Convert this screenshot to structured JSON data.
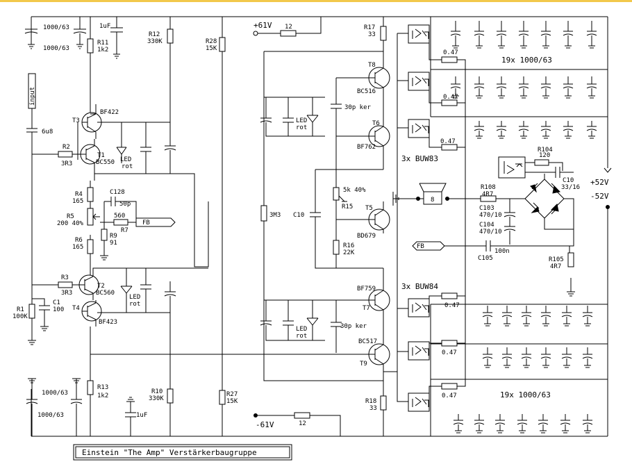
{
  "labels": {
    "c_1000_tl1": "1000/63",
    "c_1000_tl2": "1000/63",
    "c_1uf_top": "1uF",
    "r11": "R11",
    "r11v": "1k2",
    "r12": "R12",
    "r12v": "330K",
    "r28": "R28",
    "r28v": "15K",
    "v_plus61": "+61V",
    "r_12_top": "12",
    "r17": "R17",
    "r17v": "33",
    "input": "input",
    "c_6u8": "6u8",
    "t3": "T3",
    "bf422": "BF422",
    "r2": "R2",
    "r2v": "3R3",
    "t1": "T1",
    "bc550": "BC550",
    "led1a": "LED",
    "led1b": "rot",
    "r4": "R4",
    "r4v": "165",
    "c128": "C128",
    "c128v": "50p",
    "r5": "R5",
    "r5v": "200 40%",
    "r7v": "560",
    "r7": "R7",
    "fb1": "FB",
    "r9": "R9",
    "r9v": "91",
    "r6": "R6",
    "r6v": "165",
    "r3": "R3",
    "r3v": "3R3",
    "t2": "T2",
    "bc560": "BC560",
    "led2a": "LED",
    "led2b": "rot",
    "t4": "T4",
    "bf423": "BF423",
    "r1": "R1",
    "r1v": "100K",
    "c1": "C1",
    "c1v": "100",
    "c_1000_bl1": "1000/63",
    "c_1000_bl2": "1000/63",
    "r13": "R13",
    "r13v": "1k2",
    "c_1uf_bot": "1uF",
    "r10": "R10",
    "r10v": "330K",
    "r27": "R27",
    "r27v": "15K",
    "v_minus61": "-61V",
    "r_12_bot": "12",
    "r18": "R18",
    "r18v": "33",
    "t8": "T8",
    "bc516": "BC516",
    "c_30p_1": "30p ker",
    "led3a": "LED",
    "led3b": "rot",
    "t6": "T6",
    "bf762": "BF762",
    "r15v": "5k 40%",
    "r15": "R15",
    "t5": "T5",
    "bd679": "BD679",
    "c10": "C10",
    "r3m3": "3M3",
    "r16": "R16",
    "r16v": "22K",
    "bf759": "BF759",
    "t7": "T7",
    "led4a": "LED",
    "led4b": "rot",
    "c_30p_2": "30p ker",
    "bc517": "BC517",
    "t9": "T9",
    "r047_1": "0.47",
    "r047_2": "0.47",
    "r047_3": "0.47",
    "r047_4": "0.47",
    "r047_5": "0.47",
    "r047_6": "0.47",
    "cap_bank_top": "19x 1000/63",
    "buw83": "3x BUW83",
    "buw84": "3x BUW84",
    "cap_bank_bot": "19x 1000/63",
    "r104": "R104",
    "r104v": "120",
    "c_10": "C10",
    "c_10v": "33/16",
    "v_plus52": "+52V",
    "v_minus52": "-52V",
    "r108": "R108",
    "r108v": "4R7",
    "spk": "8",
    "c103": "C103",
    "c103v": "470/10",
    "c104": "C104",
    "c104v": "470/10",
    "fb2": "FB",
    "c105v": "100n",
    "c105": "C105",
    "r105": "R105",
    "r105v": "4R7",
    "title": "Einstein \"The Amp\" Verstärkerbaugruppe"
  }
}
